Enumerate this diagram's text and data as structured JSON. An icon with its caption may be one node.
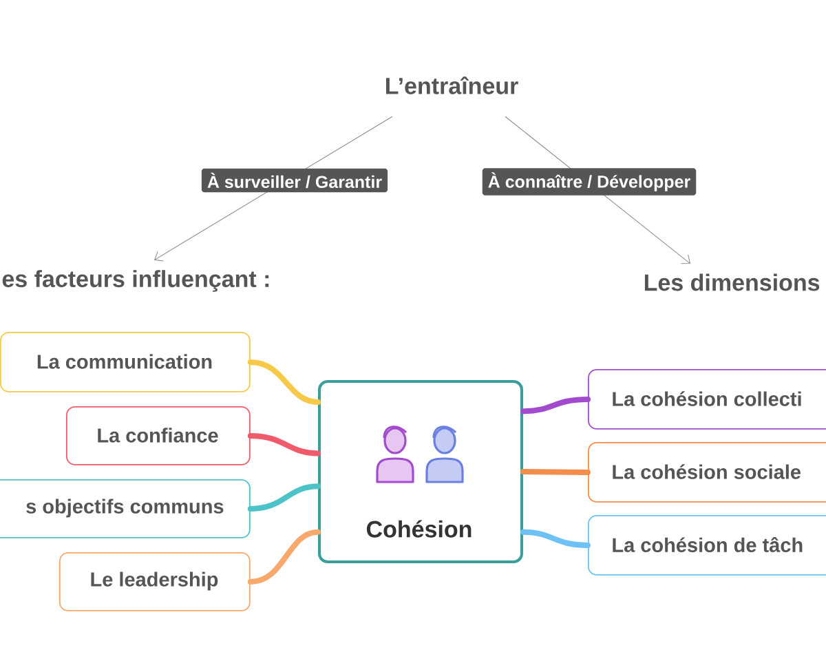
{
  "diagram": {
    "nodes": [
      {
        "text": [
          "L’entraîneur"
        ]
      },
      {
        "text": [
          "es facteurs influençant :"
        ]
      },
      {
        "text": [
          "Les dimensions"
        ]
      },
      {
        "text": [
          "Cohésion"
        ]
      },
      {
        "text": [
          "La communication"
        ]
      },
      {
        "text": [
          "La confiance"
        ]
      },
      {
        "text": [
          "s objectifs communs"
        ]
      },
      {
        "text": [
          "Le leadership"
        ]
      },
      {
        "text": [
          "La cohésion collecti"
        ]
      },
      {
        "text": [
          "La cohésion sociale"
        ]
      },
      {
        "text": [
          "La cohésion de tâch"
        ]
      }
    ],
    "edges": [
      {
        "from": 0,
        "to": 1,
        "arrow": "to",
        "label": "À surveiller / Garantir"
      },
      {
        "from": 0,
        "to": 2,
        "arrow": "to",
        "label": "À connaître / Développer"
      },
      {
        "from": 4,
        "to": 3,
        "arrow": "none",
        "color": "#f7c948"
      },
      {
        "from": 5,
        "to": 3,
        "arrow": "none",
        "color": "#ef5b6b"
      },
      {
        "from": 6,
        "to": 3,
        "arrow": "none",
        "color": "#4cc3c9"
      },
      {
        "from": 7,
        "to": 3,
        "arrow": "none",
        "color": "#f7a86a"
      },
      {
        "from": 3,
        "to": 8,
        "arrow": "none",
        "color": "#a24bcf"
      },
      {
        "from": 3,
        "to": 9,
        "arrow": "none",
        "color": "#f48c4a"
      },
      {
        "from": 3,
        "to": 10,
        "arrow": "none",
        "color": "#6ec1f5"
      }
    ]
  }
}
